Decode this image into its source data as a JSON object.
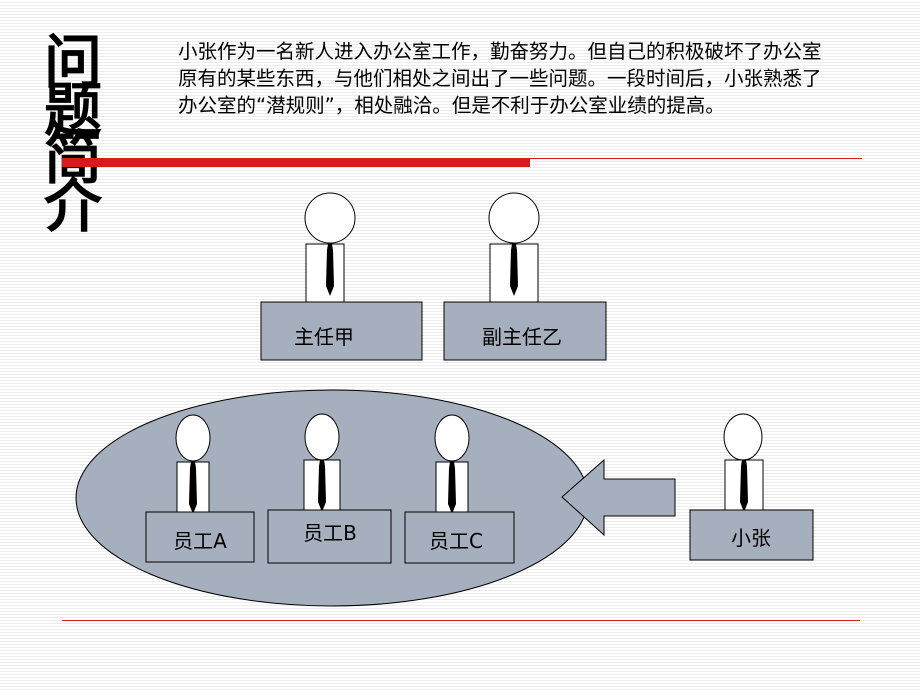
{
  "title": [
    "问",
    "题",
    "简",
    "介"
  ],
  "intro": "小张作为一名新人进入办公室工作，勤奋努力。但自己的积极破坏了办公室原有的某些东西，与他们相处之间出了一些问题。一段时间后，小张熟悉了办公室的“潜规则”，相处融洽。但是不利于办公室业绩的提高。",
  "leaders": [
    {
      "label": "主任甲"
    },
    {
      "label": "副主任乙"
    }
  ],
  "staff": [
    {
      "label": "员工A"
    },
    {
      "label": "员工B"
    },
    {
      "label": "员工C"
    }
  ],
  "newcomer": {
    "label": "小张"
  },
  "colors": {
    "box": "#a5afbd",
    "group": "#a5afbd",
    "accent": "#d71a1a"
  }
}
